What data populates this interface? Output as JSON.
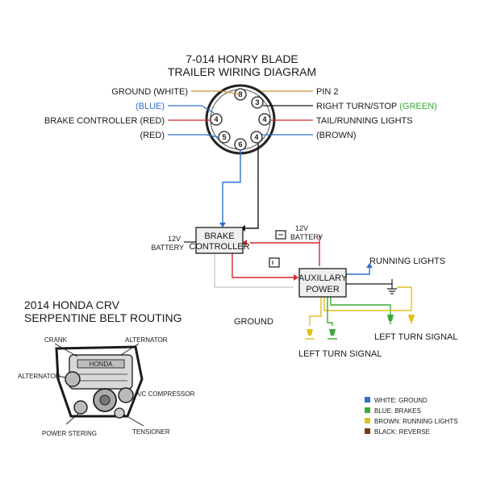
{
  "title": {
    "line1": "7-014 HONRY BLADE",
    "line2": "TRAILER WIRING DIAGRAM"
  },
  "connector": {
    "pins": [
      "8",
      "3",
      "4",
      "5",
      "6",
      "4",
      "4"
    ],
    "left_labels": [
      "GROUND (WHITE)",
      "(BLUE)",
      "BRAKE CONTROLLER (RED)",
      "(RED)"
    ],
    "right_labels": [
      "PIN 2",
      "RIGHT TURN/STOP",
      "(GREEN)",
      "TAIL/RUNNING LIGHTS",
      "(BROWN)"
    ]
  },
  "blocks": {
    "brake_controller": {
      "line1": "BRAKE",
      "line2": "CONTROLLER"
    },
    "auxiliary_power": {
      "line1": "AUXILLARY",
      "line2": "POWER"
    }
  },
  "labels": {
    "battery_left": {
      "line1": "12V",
      "line2": "BATTERY"
    },
    "battery_right": {
      "line1": "12V",
      "line2": "BATTERY"
    },
    "running_lights": "RUNNING LIGHTS",
    "ground": "GROUND",
    "left_turn_signal_1": "LEFT TURN SIGNAL",
    "left_turn_signal_2": "LEFT TURN SIGNAL"
  },
  "engine": {
    "title_line1": "2014 HONDA CRV",
    "title_line2": "SERPENTINE BELT ROUTING",
    "engine_text": "HONDA",
    "labels": {
      "crank": "CRANK",
      "alternator_top": "ALTERNATOR",
      "alternator_left": "ALTERNATOR",
      "ac_compressor": "A/C COMPRESSOR",
      "power_steering": "POWER STERING",
      "tensioner": "TENSIONER"
    }
  },
  "legend": [
    {
      "text": "WHITE: GROUND",
      "color": "#2f6fcf"
    },
    {
      "text": "BLUE: BRAKES",
      "color": "#3aaa35"
    },
    {
      "text": "BROWN: RUNNING LIGHTS",
      "color": "#e0c020"
    },
    {
      "text": "BLACK: REVERSE",
      "color": "#7a3b1c"
    }
  ],
  "colors": {
    "white_wire": "#d8d8d8",
    "blue_wire": "#2f6fcf",
    "red_wire": "#d62a2a",
    "green_wire": "#3aaa35",
    "yellow_wire": "#e0c020",
    "brown_wire": "#b07a2a",
    "black_wire": "#1a1a1a",
    "box_fill": "#efefef"
  }
}
